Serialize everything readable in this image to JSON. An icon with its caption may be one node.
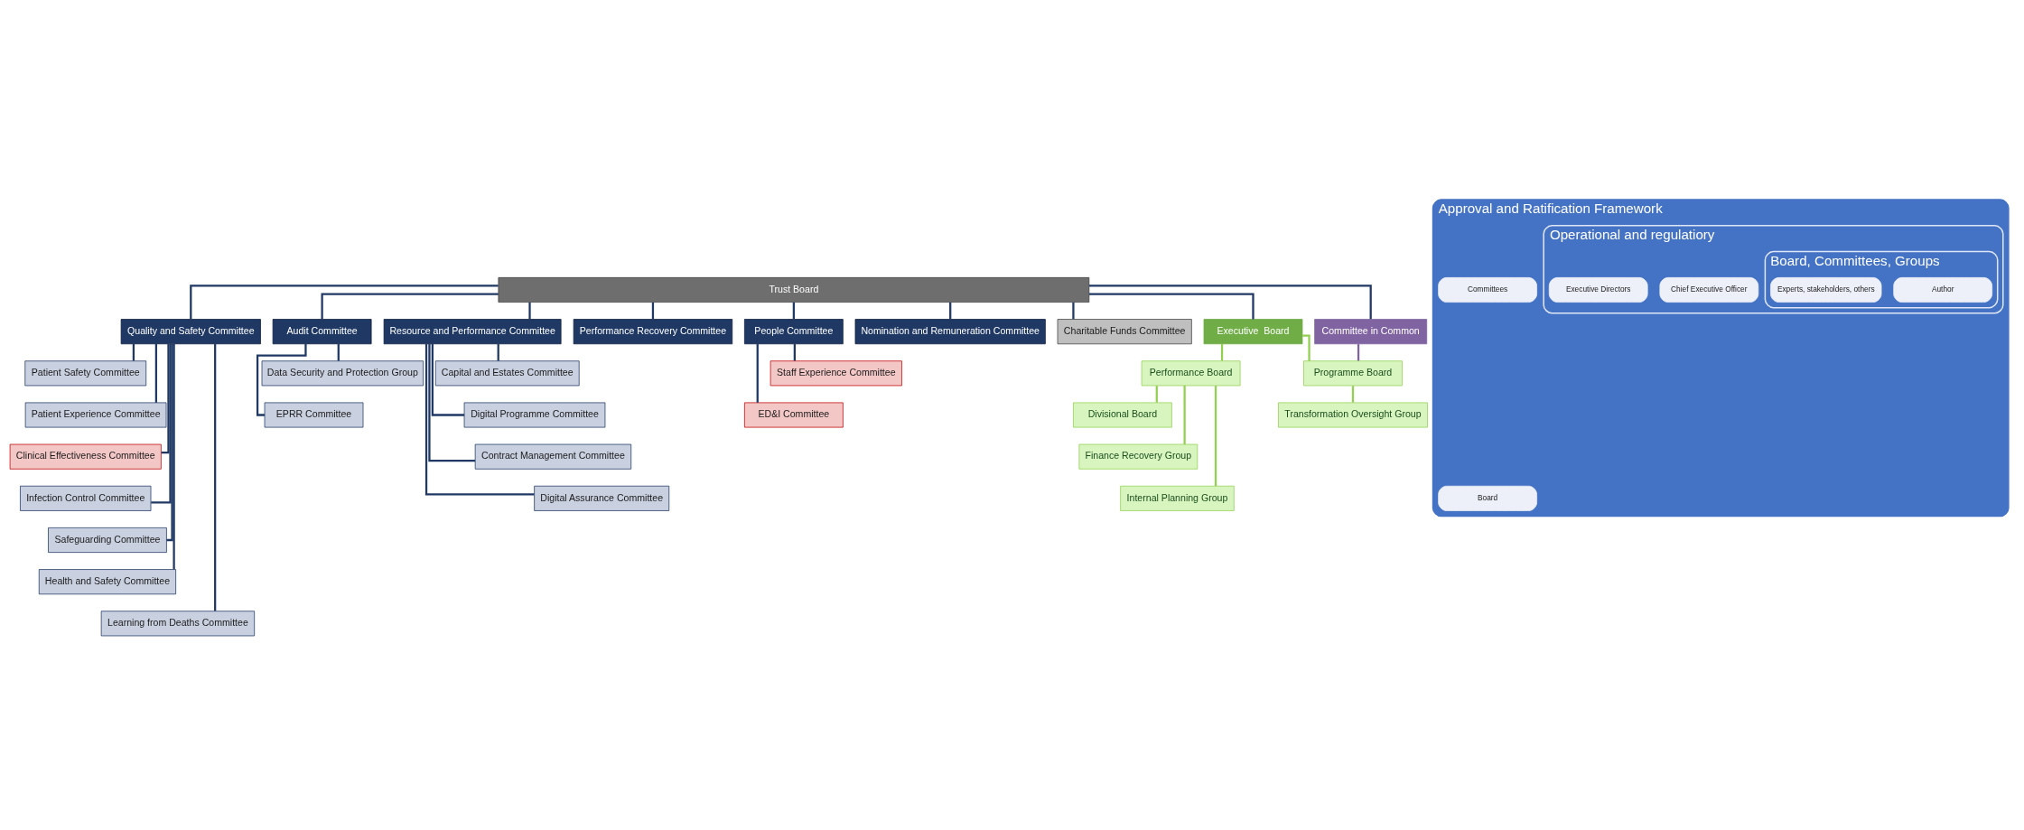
{
  "diagram": {
    "nodes": [
      {
        "text": [
          "Trust Board"
        ]
      },
      {
        "text": [
          "Quality and Safety Committee"
        ]
      },
      {
        "text": [
          "Audit Committee"
        ]
      },
      {
        "text": [
          "Resource and Performance Committee"
        ]
      },
      {
        "text": [
          "Performance Recovery Committee"
        ]
      },
      {
        "text": [
          "People Committee"
        ]
      },
      {
        "text": [
          "Nomination and Remuneration Committee"
        ]
      },
      {
        "text": [
          "Charitable Funds Committee"
        ]
      },
      {
        "text": [
          "Executive  Board"
        ]
      },
      {
        "text": [
          "Committee in Common"
        ]
      },
      {
        "text": [
          "Patient Safety Committee"
        ]
      },
      {
        "text": [
          "Patient Experience Committee"
        ]
      },
      {
        "text": [
          "Clinical Effectiveness Committee"
        ]
      },
      {
        "text": [
          "Infection Control Committee"
        ]
      },
      {
        "text": [
          "Safeguarding Committee"
        ]
      },
      {
        "text": [
          "Health and Safety Committee"
        ]
      },
      {
        "text": [
          "Learning from Deaths Committee"
        ]
      },
      {
        "text": [
          "Data Security and Protection Group"
        ]
      },
      {
        "text": [
          "EPRR Committee"
        ]
      },
      {
        "text": [
          "Capital and Estates Committee"
        ]
      },
      {
        "text": [
          "Digital Programme Committee"
        ]
      },
      {
        "text": [
          "Contract Management Committee"
        ]
      },
      {
        "text": [
          "Digital Assurance Committee"
        ]
      },
      {
        "text": [
          "Staff Experience Committee"
        ]
      },
      {
        "text": [
          "ED&I Committee"
        ]
      },
      {
        "text": [
          "Performance Board"
        ]
      },
      {
        "text": [
          "Programme Board"
        ]
      },
      {
        "text": [
          "Divisional Board"
        ]
      },
      {
        "text": [
          "Finance Recovery Group"
        ]
      },
      {
        "text": [
          "Internal Planning Group"
        ]
      },
      {
        "text": [
          "Transformation Oversight Group"
        ]
      },
      {
        "text": [
          "Approval and Ratification Framework"
        ]
      },
      {
        "text": [
          "Board"
        ],
        "in": 31
      },
      {
        "text": [
          "Committees"
        ],
        "in": 31
      },
      {
        "text": [
          "Operational and regulatiory"
        ],
        "in": 31
      },
      {
        "text": [
          "Chief Executive Officer"
        ],
        "in": 34
      },
      {
        "text": [
          "Executive Directors"
        ],
        "in": 34
      },
      {
        "text": [
          "Board, Committees, Groups"
        ],
        "in": 34
      },
      {
        "text": [
          "Author"
        ],
        "in": 37
      },
      {
        "text": [
          "Experts, stakeholders, others"
        ],
        "in": 37
      }
    ],
    "edges": [
      {
        "from": 0,
        "to": 1,
        "arrow": "none"
      },
      {
        "from": 0,
        "to": 2,
        "arrow": "none"
      },
      {
        "from": 0,
        "to": 3,
        "arrow": "none"
      },
      {
        "from": 0,
        "to": 4,
        "arrow": "none"
      },
      {
        "from": 0,
        "to": 5,
        "arrow": "none"
      },
      {
        "from": 0,
        "to": 6,
        "arrow": "none"
      },
      {
        "from": 0,
        "to": 7,
        "arrow": "none"
      },
      {
        "from": 0,
        "to": 8,
        "arrow": "none"
      },
      {
        "from": 0,
        "to": 9,
        "arrow": "none"
      },
      {
        "from": 1,
        "to": 10,
        "arrow": "none"
      },
      {
        "from": 1,
        "to": 11,
        "arrow": "none"
      },
      {
        "from": 1,
        "to": 12,
        "arrow": "none"
      },
      {
        "from": 1,
        "to": 13,
        "arrow": "none"
      },
      {
        "from": 1,
        "to": 14,
        "arrow": "none"
      },
      {
        "from": 1,
        "to": 15,
        "arrow": "none"
      },
      {
        "from": 1,
        "to": 16,
        "arrow": "none"
      },
      {
        "from": 2,
        "to": 17,
        "arrow": "none"
      },
      {
        "from": 2,
        "to": 18,
        "arrow": "none"
      },
      {
        "from": 3,
        "to": 19,
        "arrow": "none"
      },
      {
        "from": 3,
        "to": 20,
        "arrow": "none"
      },
      {
        "from": 3,
        "to": 21,
        "arrow": "none"
      },
      {
        "from": 3,
        "to": 22,
        "arrow": "none"
      },
      {
        "from": 5,
        "to": 23,
        "arrow": "none"
      },
      {
        "from": 5,
        "to": 24,
        "arrow": "none"
      },
      {
        "from": 8,
        "to": 25,
        "arrow": "none",
        "color": "#92d050"
      },
      {
        "from": 8,
        "to": 26,
        "arrow": "none",
        "color": "#92d050"
      },
      {
        "from": 25,
        "to": 27,
        "arrow": "none",
        "color": "#92d050"
      },
      {
        "from": 25,
        "to": 28,
        "arrow": "none",
        "color": "#92d050"
      },
      {
        "from": 25,
        "to": 29,
        "arrow": "none",
        "color": "#92d050"
      },
      {
        "from": 26,
        "to": 30,
        "arrow": "none",
        "color": "#92d050"
      },
      {
        "from": 9,
        "to": 26,
        "arrow": "none",
        "color": "#8064a2"
      }
    ]
  }
}
